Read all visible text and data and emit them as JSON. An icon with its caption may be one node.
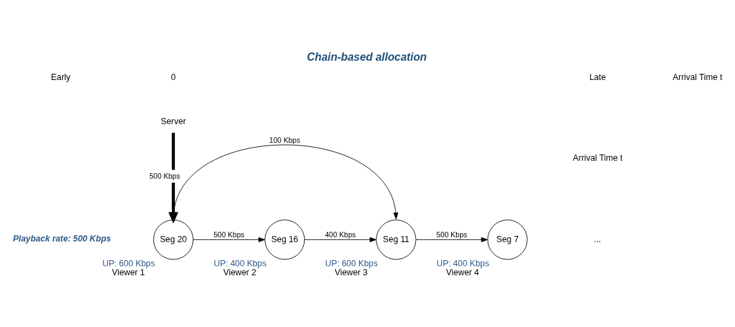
{
  "diagram": {
    "title": "Chain-based allocation",
    "nodes": [
      {
        "text": [
          "Seg 20"
        ],
        "beside": [
          "UP: 600 Kbps",
          "Viewer 1"
        ]
      },
      {
        "text": [
          "Seg 16"
        ],
        "beside": [
          "UP: 400 Kbps",
          "Viewer 2"
        ]
      },
      {
        "text": [
          "Seg 11"
        ],
        "beside": [
          "UP: 600 Kbps",
          "Viewer 3"
        ]
      },
      {
        "text": [
          "Seg 7"
        ],
        "beside": [
          "UP: 400 Kbps",
          "Viewer 4"
        ]
      },
      {
        "text": [
          "Server"
        ]
      }
    ],
    "edges": [
      {
        "from": 0,
        "to": 1,
        "arrow": "to",
        "label": "500 Kbps"
      },
      {
        "from": 1,
        "to": 2,
        "arrow": "to",
        "label": "400 Kbps"
      },
      {
        "from": 2,
        "to": 3,
        "arrow": "to",
        "label": "500 Kbps"
      },
      {
        "from": 0,
        "to": 2,
        "arrow": "to",
        "label": "100 Kbps"
      },
      {
        "from": 4,
        "to": 0,
        "arrow": "to",
        "label": "500 Kbps",
        "style": "thick",
        "color": "#000000"
      }
    ],
    "labels": [
      "Arrival Time t",
      "Playback rate: 500 Kbps",
      "...",
      "Early",
      "0",
      "Late",
      "Arrival Time t"
    ]
  }
}
